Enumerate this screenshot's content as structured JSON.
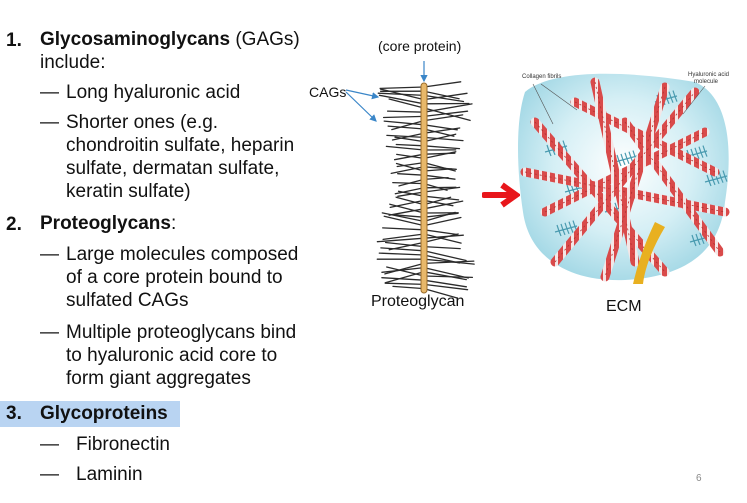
{
  "items": [
    {
      "num": "1.",
      "title": "Glycosaminoglycans",
      "suffix": " (GAGs)",
      "line2": "include:"
    },
    {
      "num": "2.",
      "title": "Proteoglycans",
      "suffix": ":"
    },
    {
      "num": "3.",
      "title": "Glycoproteins"
    }
  ],
  "gag_bullets": [
    "Long hyaluronic acid",
    "Shorter ones (e.g.",
    "chondroitin sulfate, heparin",
    "sulfate, dermatan sulfate,",
    "keratin sulfate)"
  ],
  "pg_bullets": [
    "Large molecules composed",
    "of a core protein bound to",
    "sulfated CAGs",
    "Multiple proteoglycans bind",
    "to hyaluronic acid core to",
    "form giant aggregates"
  ],
  "gp_bullets": [
    "Fibronectin",
    "Laminin"
  ],
  "dash": "—",
  "figure": {
    "core_protein_label": "(core protein)",
    "cags_label": "CAGs",
    "proteoglycan_caption": "Proteoglycan",
    "ecm_caption": "ECM",
    "collagen_label": "Collagen fibrils",
    "hyaluronic_label_1": "Hyaluronic acid",
    "hyaluronic_label_2": "molecule"
  },
  "page_number": "6",
  "colors": {
    "highlight": "#b9d4f2",
    "arrow": "#e8161b",
    "core": "#e8b86a",
    "ecm_bg": "#bfe6ef",
    "collagen": "#d94a4a"
  }
}
